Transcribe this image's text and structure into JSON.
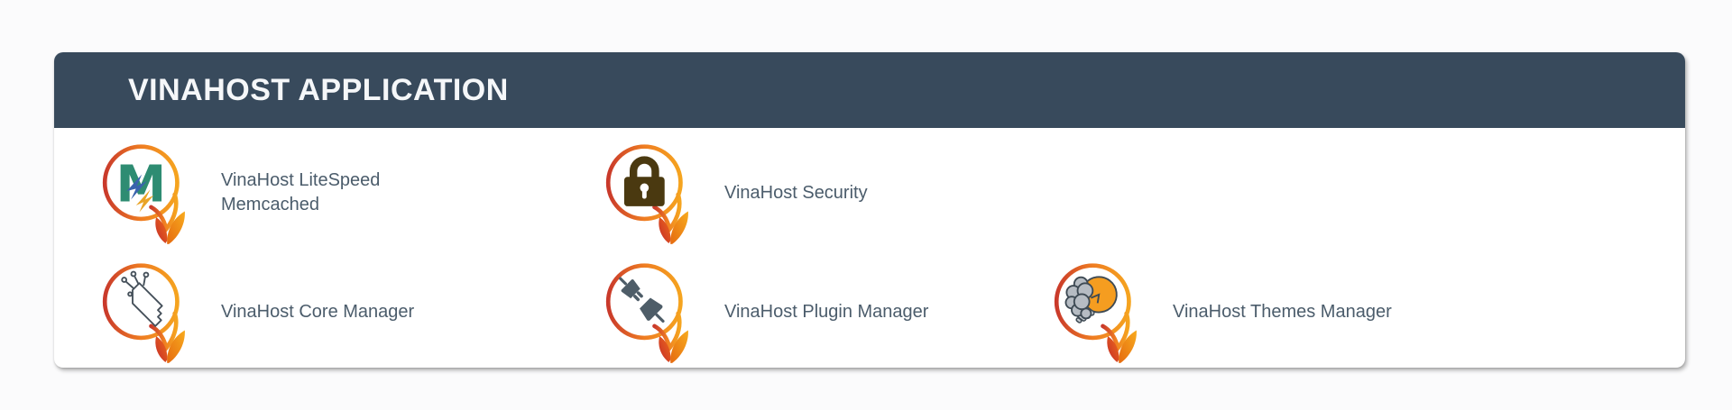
{
  "panel": {
    "title": "VINAHOST APPLICATION"
  },
  "items": [
    {
      "label": "VinaHost LiteSpeed Memcached",
      "icon": "memcached-litespeed-icon"
    },
    {
      "label": "VinaHost Security",
      "icon": "security-lock-icon"
    },
    {
      "label": "VinaHost Core Manager",
      "icon": "circuit-key-icon"
    },
    {
      "label": "VinaHost Plugin Manager",
      "icon": "plug-icon"
    },
    {
      "label": "VinaHost Themes Manager",
      "icon": "brain-bulb-icon"
    }
  ],
  "colors": {
    "header_bg": "#384a5c",
    "header_text": "#f5f7f9",
    "label_text": "#4b5c6b",
    "ring_red": "#c9392b",
    "ring_orange": "#f5a41f",
    "leaf_red": "#c32a2a",
    "leaf_orange": "#f8ab1e",
    "memcached_green": "#2e8c72",
    "litespeed_blue": "#3a63ad",
    "litespeed_gold": "#e9a427",
    "lock_brown": "#4a3910",
    "plug_slate": "#4e5d68",
    "bulb_orange": "#f59d20",
    "brain_gray": "#b6bcc3"
  }
}
